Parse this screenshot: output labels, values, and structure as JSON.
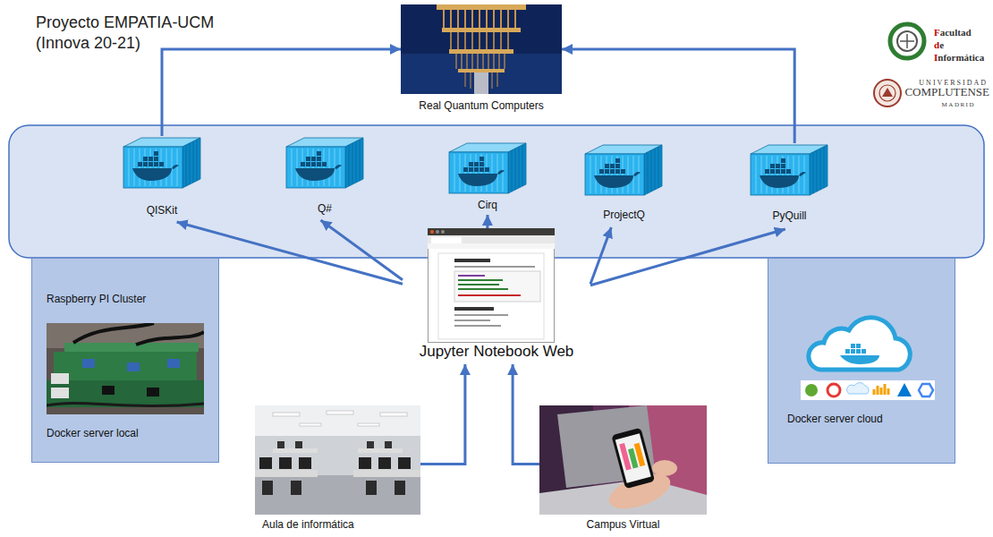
{
  "diagram": {
    "title": "Proyecto EMPATIA-UCM (Innova 20-21)",
    "nodes": [
      {
        "text": [
          "Real Quantum Computers"
        ]
      },
      {
        "text": [
          "QISKit"
        ]
      },
      {
        "text": [
          "Q#"
        ]
      },
      {
        "text": [
          "Cirq"
        ]
      },
      {
        "text": [
          "ProjectQ"
        ]
      },
      {
        "text": [
          "PyQuill"
        ]
      },
      {
        "text": [
          "Raspberry PI Cluster",
          "Docker server local"
        ]
      },
      {
        "text": [
          "Jupyter Notebook Web"
        ]
      },
      {
        "text": [
          "Docker server cloud"
        ]
      },
      {
        "text": [
          "Aula de informática"
        ]
      },
      {
        "text": [
          "Campus Virtual"
        ]
      }
    ],
    "edges": [
      {
        "from": 1,
        "to": 0,
        "arrow": "to"
      },
      {
        "from": 5,
        "to": 0,
        "arrow": "to"
      },
      {
        "from": 7,
        "to": 1,
        "arrow": "to"
      },
      {
        "from": 7,
        "to": 2,
        "arrow": "to"
      },
      {
        "from": 7,
        "to": 3,
        "arrow": "to"
      },
      {
        "from": 7,
        "to": 4,
        "arrow": "to"
      },
      {
        "from": 7,
        "to": 5,
        "arrow": "to"
      },
      {
        "from": 9,
        "to": 7,
        "arrow": "to"
      },
      {
        "from": 10,
        "to": 7,
        "arrow": "to"
      }
    ],
    "labels": [
      "Facultad",
      "de",
      "Informática",
      "UNIVERSIDAD",
      "COMPLUTENSE",
      "MADRID"
    ]
  }
}
